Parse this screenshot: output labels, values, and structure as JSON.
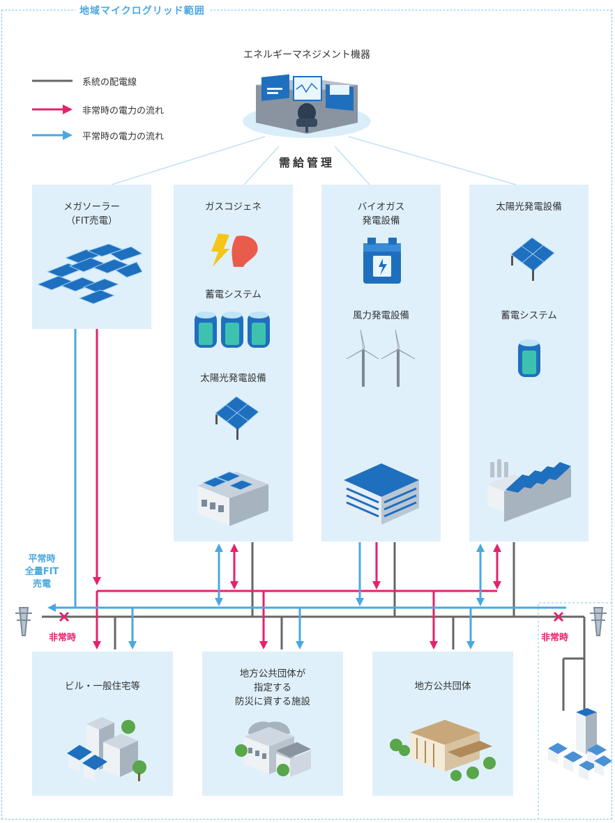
{
  "region_label": "地域マイクログリッド範囲",
  "legend": [
    {
      "label": "系統の配電線",
      "color": "#666666",
      "type": "line"
    },
    {
      "label": "非常時の電力の流れ",
      "color": "#e4226d",
      "type": "arrow"
    },
    {
      "label": "平常時の電力の流れ",
      "color": "#4aa8e0",
      "type": "arrow"
    }
  ],
  "energy_management": {
    "title": "エネルギーマネジメント機器",
    "caption": "需給管理"
  },
  "panels": [
    {
      "title_lines": [
        "メガソーラー",
        "（FIT売電）"
      ]
    },
    {
      "items": [
        "ガスコジェネ",
        "蓄電システム",
        "太陽光発電設備"
      ]
    },
    {
      "items": [
        "バイオガス\n発電設備",
        "風力発電設備"
      ]
    },
    {
      "items": [
        "太陽光発電設備",
        "蓄電システム"
      ]
    }
  ],
  "side_label": [
    "平常時",
    "全量FIT",
    "売電"
  ],
  "emergency_labels": [
    "非常時",
    "非常時"
  ],
  "bottom_boxes": [
    {
      "title_lines": [
        "ビル・一般住宅等"
      ]
    },
    {
      "title_lines": [
        "地方公共団体が",
        "指定する",
        "防災に資する施設"
      ]
    },
    {
      "title_lines": [
        "地方公共団体"
      ]
    }
  ],
  "colors": {
    "grid": "#666666",
    "emergency": "#e4226d",
    "normal": "#4aa8e0",
    "panel_bg": "#dff0fb",
    "solar": "#1f6fbf"
  }
}
